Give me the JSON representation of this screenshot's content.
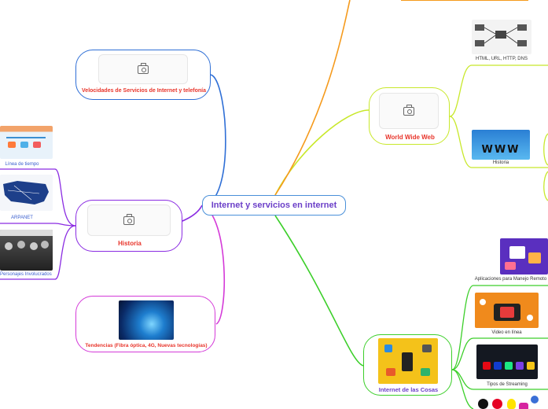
{
  "central": {
    "title": "Internet y servicios en internet"
  },
  "colors": {
    "blue": "#2f6fd6",
    "purple": "#8a2be2",
    "magenta": "#d43ad8",
    "green": "#3ccf2a",
    "yellowgreen": "#c8e82a",
    "orange": "#f59a1c",
    "red_text": "#e8352b",
    "purple_text": "#6b3fc8"
  },
  "left_branches": {
    "velocidades": {
      "label": "Velocidades de Servicios de Internet y telefonía",
      "icon": "camera-icon"
    },
    "historia": {
      "label": "Historia",
      "icon": "camera-icon"
    },
    "tendencias": {
      "label": "Tendencias (Fibra óptica, 4G, Nuevas tecnologías)"
    }
  },
  "historia_children": [
    {
      "label": "Línea de tiempo"
    },
    {
      "label": "ARPANET"
    },
    {
      "label": "Personajes Involucrados"
    }
  ],
  "right_branches": {
    "www": {
      "label": "World Wide Web",
      "icon": "camera-icon"
    },
    "iot": {
      "label": "Internet de las Cosas"
    }
  },
  "www_children": [
    {
      "label": "HTML, URL, HTTP, DNS"
    },
    {
      "label": "Historia"
    }
  ],
  "iot_children": [
    {
      "label": "Aplicaciones para Manejo Remoto"
    },
    {
      "label": "Video en línea"
    },
    {
      "label": "Tipos de Streaming"
    }
  ]
}
